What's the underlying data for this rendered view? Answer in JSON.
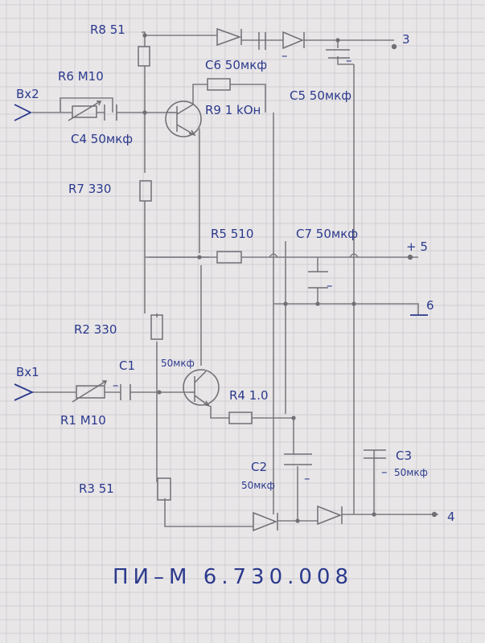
{
  "labels": {
    "r8": "R8 51",
    "r6": "R6 M10",
    "in2": "Bx2",
    "c6": "C6 50мкф",
    "c6_pol": "–",
    "c5": "C5 50мкф",
    "c5_pol": "–",
    "r9": "R9 1 kOн",
    "c4": "C4 50мкф",
    "r7": "R7 330",
    "r5": "R5 510",
    "c7": "C7 50мкф",
    "c7_pol": "–",
    "t5": "+ 5",
    "t6": "6",
    "t3": "3",
    "r2": "R2 330",
    "in1": "Bx1",
    "c1": "C1",
    "c1_pol": "–",
    "c1_val": "50мкф",
    "r4": "R4 1.0",
    "r1": "R1 M10",
    "c2": "C2",
    "c2_val": "50мкф",
    "c2_pol": "–",
    "c3": "C3",
    "c3_val": "50мкф",
    "c3_pol": "–",
    "r3": "R3 51",
    "t4": "4",
    "footer": "ПИ–М 6.730.008"
  },
  "colors": {
    "paper": "#e9e6e8",
    "grid": "#c9c6cf",
    "ink": "#2b3a8c",
    "pencil": "#6f6f74"
  }
}
